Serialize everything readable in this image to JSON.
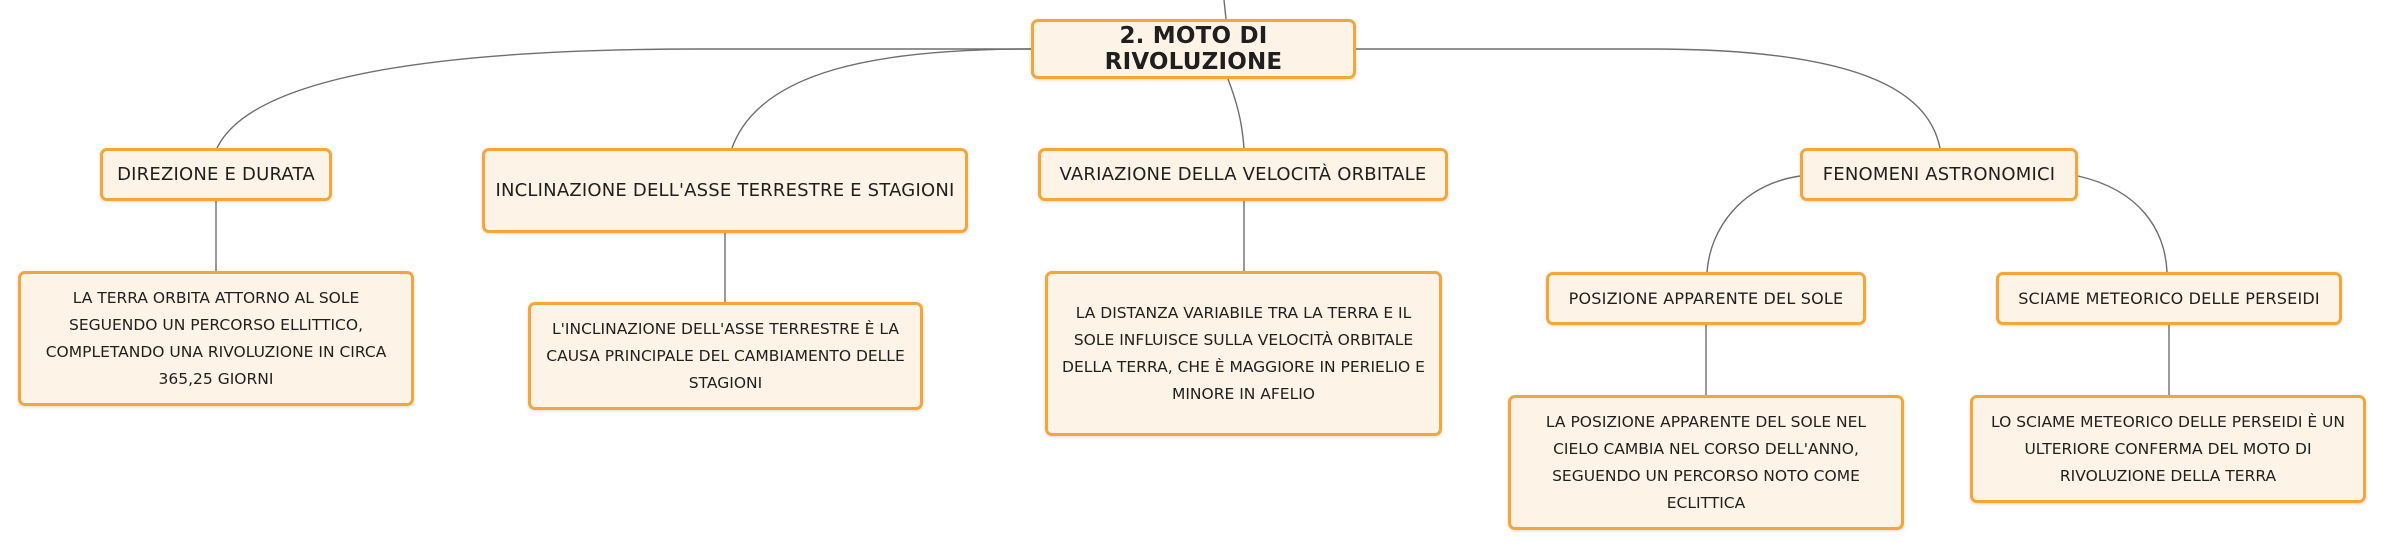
{
  "colors": {
    "node_border": "#f3a63c",
    "node_fill": "#fdf3e6",
    "connector": "#6e6e6e",
    "text": "#1f1f1f"
  },
  "root": {
    "label": "2. MOTO DI RIVOLUZIONE"
  },
  "topics": {
    "direzione": {
      "label": "DIREZIONE E DURATA",
      "detail": "LA TERRA ORBITA ATTORNO AL SOLE SEGUENDO UN PERCORSO ELLITTICO, COMPLETANDO UNA RIVOLUZIONE IN CIRCA 365,25 GIORNI"
    },
    "inclinazione": {
      "label": "INCLINAZIONE DELL'ASSE TERRESTRE E STAGIONI",
      "detail": "L'INCLINAZIONE DELL'ASSE TERRESTRE È LA CAUSA PRINCIPALE DEL CAMBIAMENTO DELLE STAGIONI"
    },
    "velocita": {
      "label": "VARIAZIONE DELLA VELOCITÀ ORBITALE",
      "detail": "LA DISTANZA VARIABILE TRA LA TERRA E IL SOLE INFLUISCE SULLA VELOCITÀ ORBITALE DELLA TERRA, CHE È MAGGIORE IN PERIELIO E MINORE IN AFELIO"
    },
    "fenomeni": {
      "label": "FENOMENI ASTRONOMICI",
      "subtopics": {
        "posizione": {
          "label": "POSIZIONE APPARENTE DEL SOLE",
          "detail": "LA POSIZIONE APPARENTE DEL SOLE NEL CIELO CAMBIA NEL CORSO DELL'ANNO, SEGUENDO UN PERCORSO NOTO COME ECLITTICA"
        },
        "perseidi": {
          "label": "SCIAME METEORICO DELLE PERSEIDI",
          "detail": "LO SCIAME METEORICO DELLE PERSEIDI È UN ULTERIORE CONFERMA DEL MOTO DI RIVOLUZIONE DELLA TERRA"
        }
      }
    }
  }
}
